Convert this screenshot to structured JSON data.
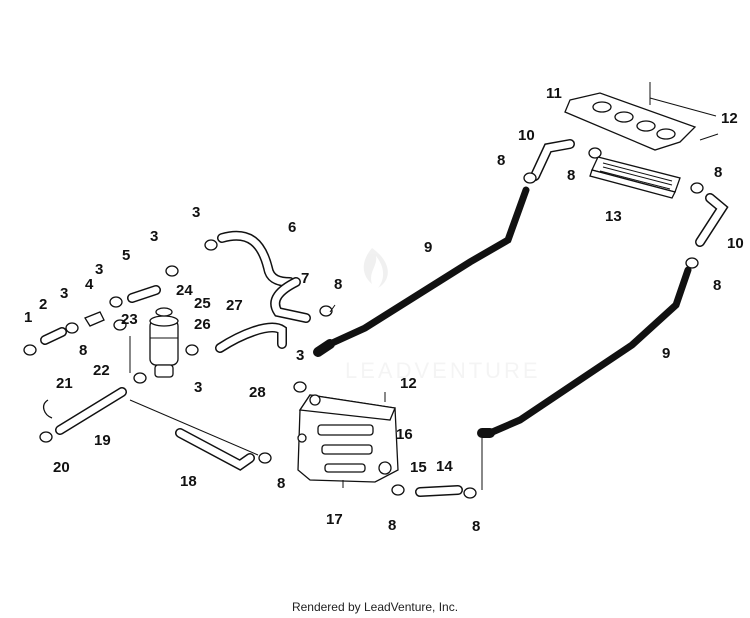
{
  "watermark": "LEADVENTURE",
  "footer": "Rendered by LeadVenture, Inc.",
  "callouts": [
    "1",
    "2",
    "3",
    "4",
    "3",
    "5",
    "3",
    "6",
    "3",
    "7",
    "8",
    "27",
    "24",
    "25",
    "26",
    "23",
    "8",
    "22",
    "3",
    "3",
    "28",
    "21",
    "19",
    "20",
    "18",
    "8",
    "9",
    "10",
    "11",
    "12",
    "8",
    "8",
    "13",
    "8",
    "10",
    "8",
    "9",
    "12",
    "16",
    "15",
    "14",
    "8",
    "8",
    "17"
  ]
}
